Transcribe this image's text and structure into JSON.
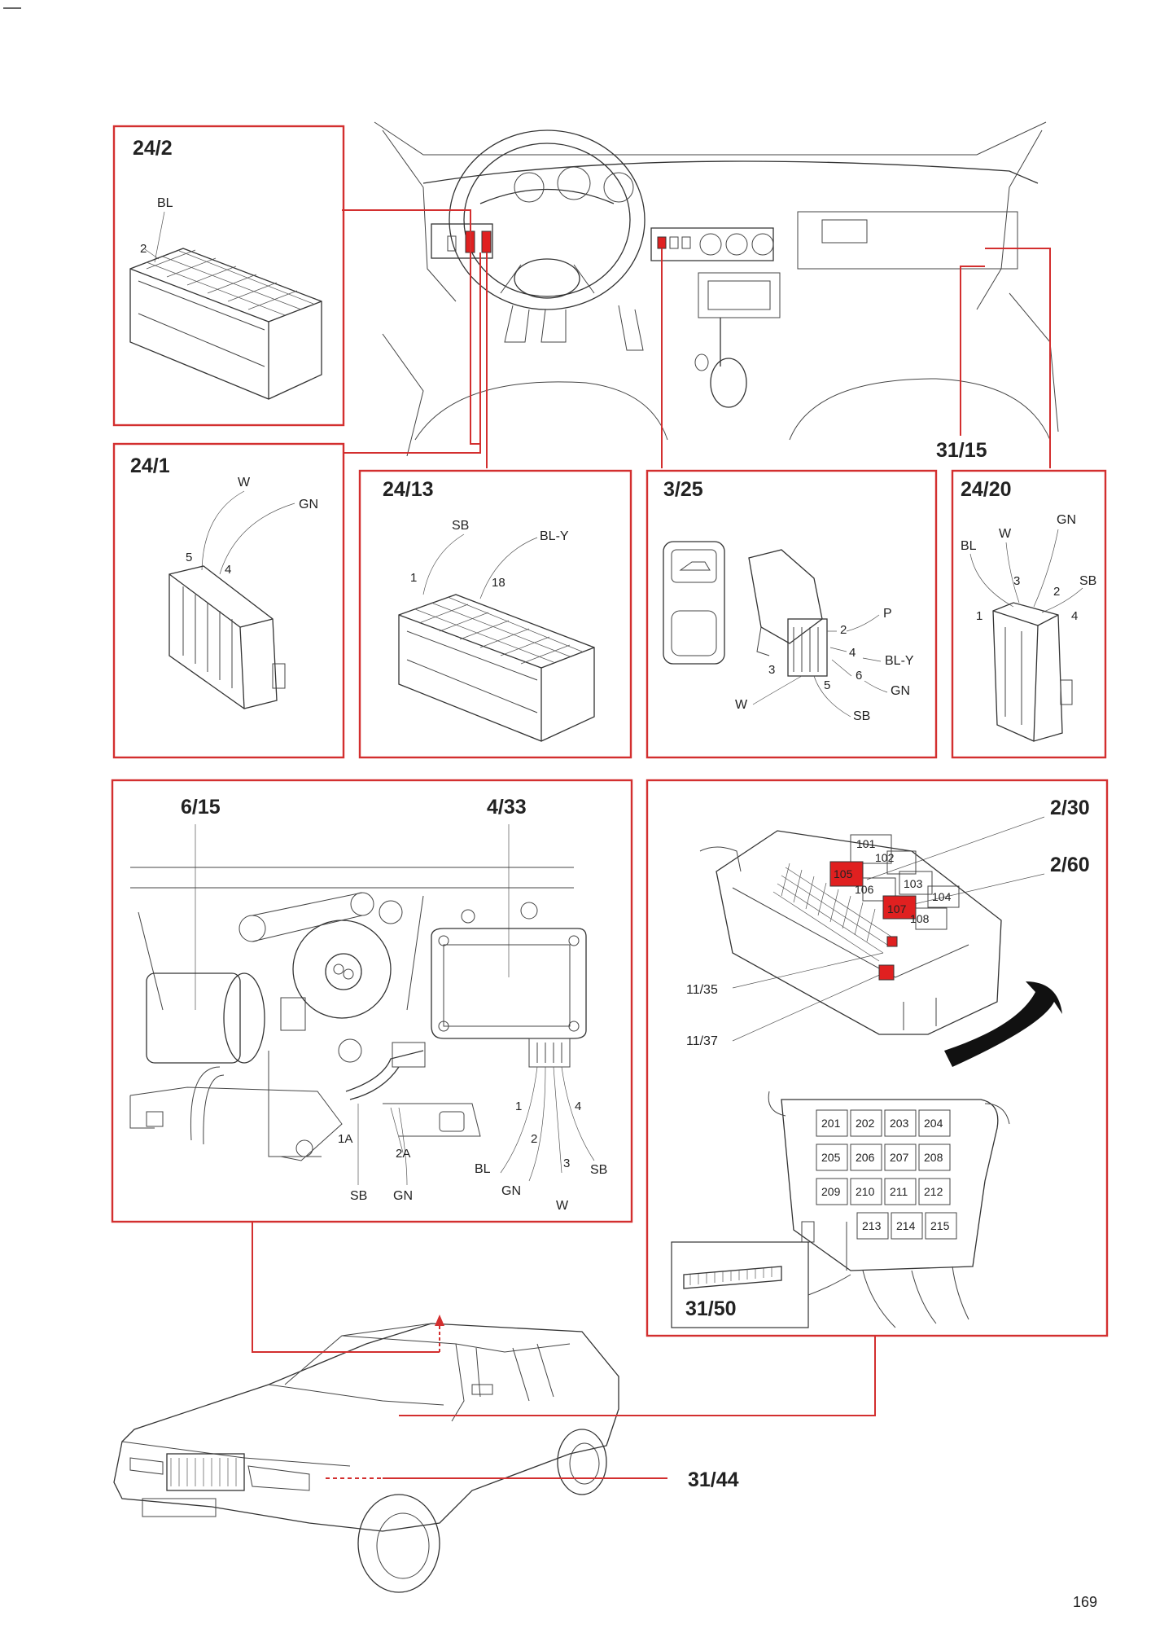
{
  "colors": {
    "accent": "#d32f2f",
    "highlight": "#e02020",
    "ink": "#333333"
  },
  "page_number": "169",
  "panels": {
    "p24_2": {
      "title": "24/2",
      "labels": [
        "BL",
        "2"
      ]
    },
    "p24_1": {
      "title": "24/1",
      "labels": [
        "W",
        "GN",
        "5",
        "4"
      ]
    },
    "p24_13": {
      "title": "24/13",
      "labels": [
        "SB",
        "BL-Y",
        "1",
        "18"
      ]
    },
    "p3_25": {
      "title": "3/25",
      "labels": [
        "2",
        "P",
        "4",
        "BL-Y",
        "6",
        "GN",
        "3",
        "5",
        "W",
        "SB"
      ]
    },
    "p24_20": {
      "title": "24/20",
      "labels": [
        "GN",
        "BL",
        "W",
        "3",
        "2",
        "SB",
        "1",
        "4"
      ]
    },
    "p6_15": {
      "title": "6/15"
    },
    "p4_33": {
      "title": "4/33"
    },
    "motor": {
      "labels": [
        "1A",
        "2A",
        "SB",
        "GN",
        "1",
        "4",
        "2",
        "BL",
        "3",
        "SB",
        "GN",
        "W"
      ]
    },
    "fusebox": {
      "callouts": [
        "2/30",
        "2/60",
        "11/35",
        "11/37"
      ],
      "upper_relays": [
        "101",
        "102",
        "105",
        "106",
        "103",
        "104",
        "107",
        "108"
      ],
      "lower_relays": [
        "201",
        "202",
        "203",
        "204",
        "205",
        "206",
        "207",
        "208",
        "209",
        "210",
        "211",
        "212",
        "213",
        "214",
        "215"
      ],
      "inset_title": "31/50"
    },
    "dash_callout": "31/15",
    "car_callout": "31/44"
  }
}
